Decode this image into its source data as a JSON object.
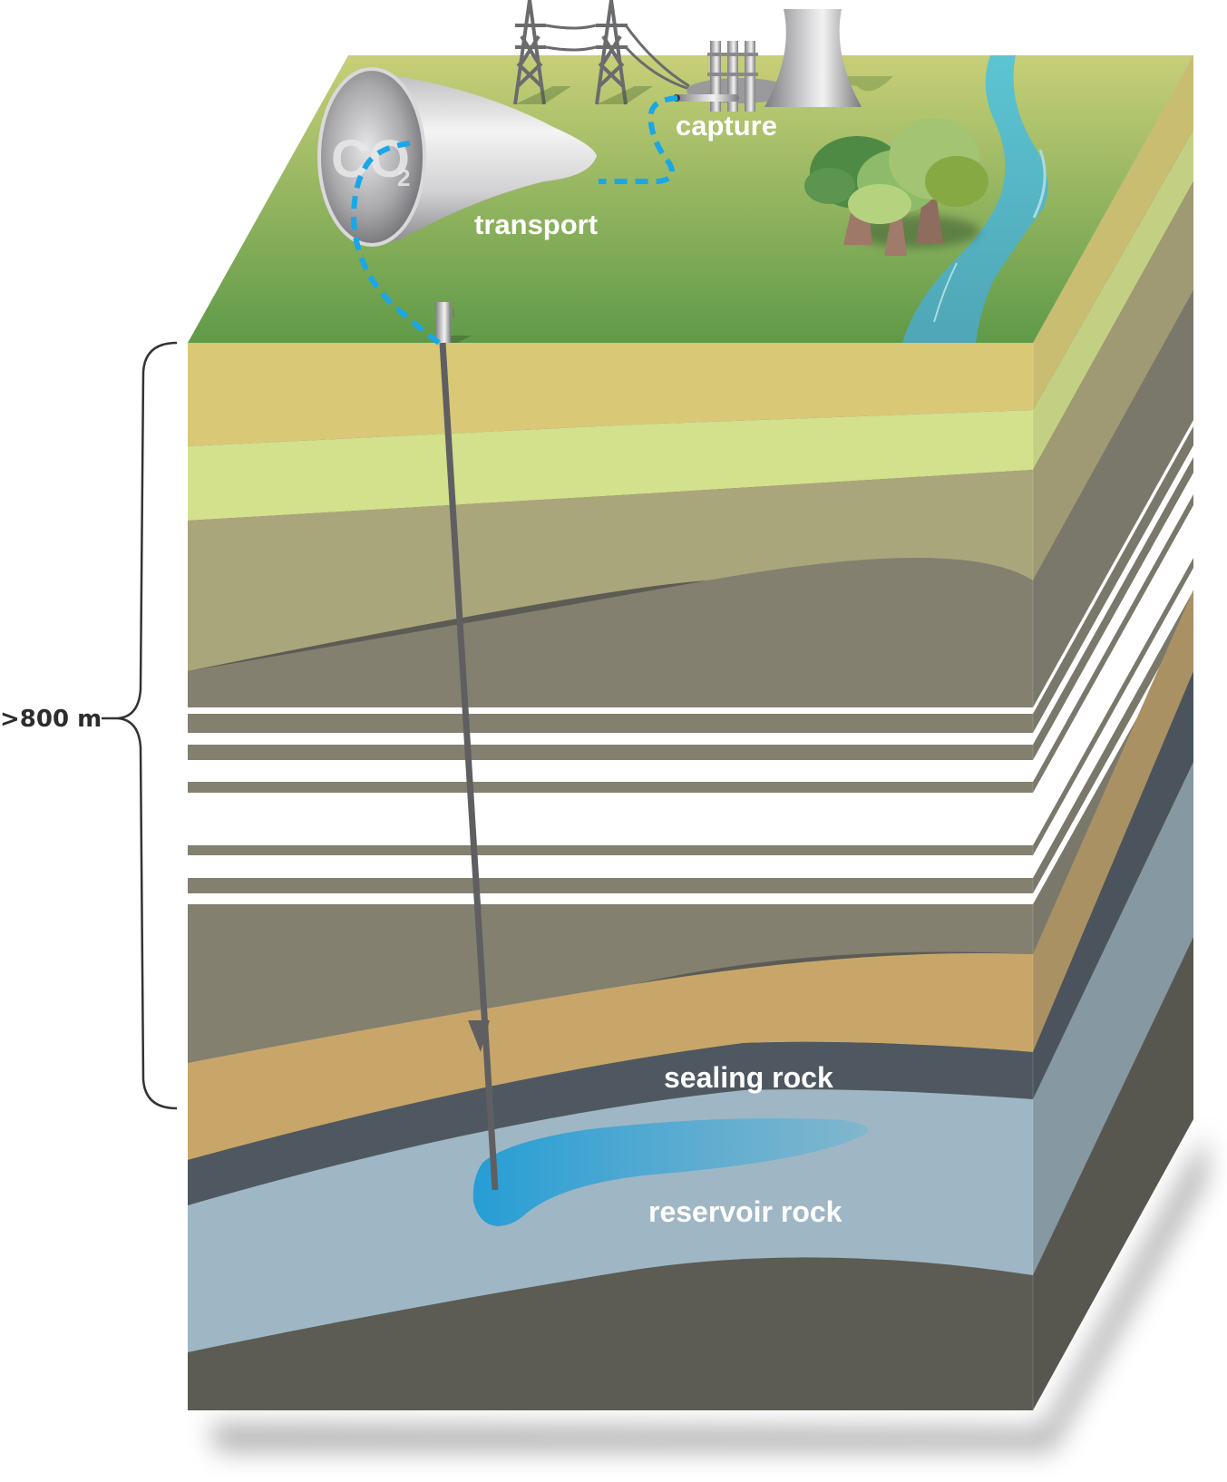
{
  "diagram": {
    "title": "CO2 capture, transport and geological storage",
    "labels": {
      "capture": "capture",
      "transport": "transport",
      "sealing_rock": "sealing rock",
      "reservoir_rock": "reservoir rock",
      "depth": ">800 m",
      "co2_main": "CO",
      "co2_sub": "2"
    },
    "colors": {
      "ground_top": "#c8cf78",
      "ground_bottom": "#5f9a48",
      "river": "#56b4c3",
      "pipeline_dash": "#1aa7e8",
      "co2_plume": "#2ea3d8",
      "well_pipe": "#5f5f62",
      "label_text": "#ffffff",
      "depth_text": "#2d2d2d"
    },
    "strata": [
      {
        "name": "topsoil",
        "front": "#d9c977",
        "side": "#c9bd72"
      },
      {
        "name": "light-clay",
        "front": "#d3e08c",
        "side": "#c3d084"
      },
      {
        "name": "khaki-sediment",
        "front": "#aaa67c",
        "side": "#9f9a74"
      },
      {
        "name": "grey-sediment",
        "front": "#838070",
        "side": "#7a786a"
      },
      {
        "name": "thin-beds",
        "front": "#838070",
        "side": "#7a786a"
      },
      {
        "name": "grey-sediment-lower",
        "front": "#838070",
        "side": "#7a786a"
      },
      {
        "name": "sandstone",
        "front": "#c8a66a",
        "side": "#aa9164"
      },
      {
        "name": "sealing-rock",
        "front": "#4f5860",
        "side": "#4b545c"
      },
      {
        "name": "reservoir-rock",
        "front": "#9fb7c4",
        "side": "#8698a2"
      },
      {
        "name": "basement",
        "front": "#5c5b54",
        "side": "#58574f"
      }
    ],
    "surface_features": [
      "power-pylon",
      "power-pylon",
      "capture-plant",
      "cooling-tower",
      "trees",
      "river",
      "co2-transport-vessel",
      "injection-wellhead"
    ]
  }
}
